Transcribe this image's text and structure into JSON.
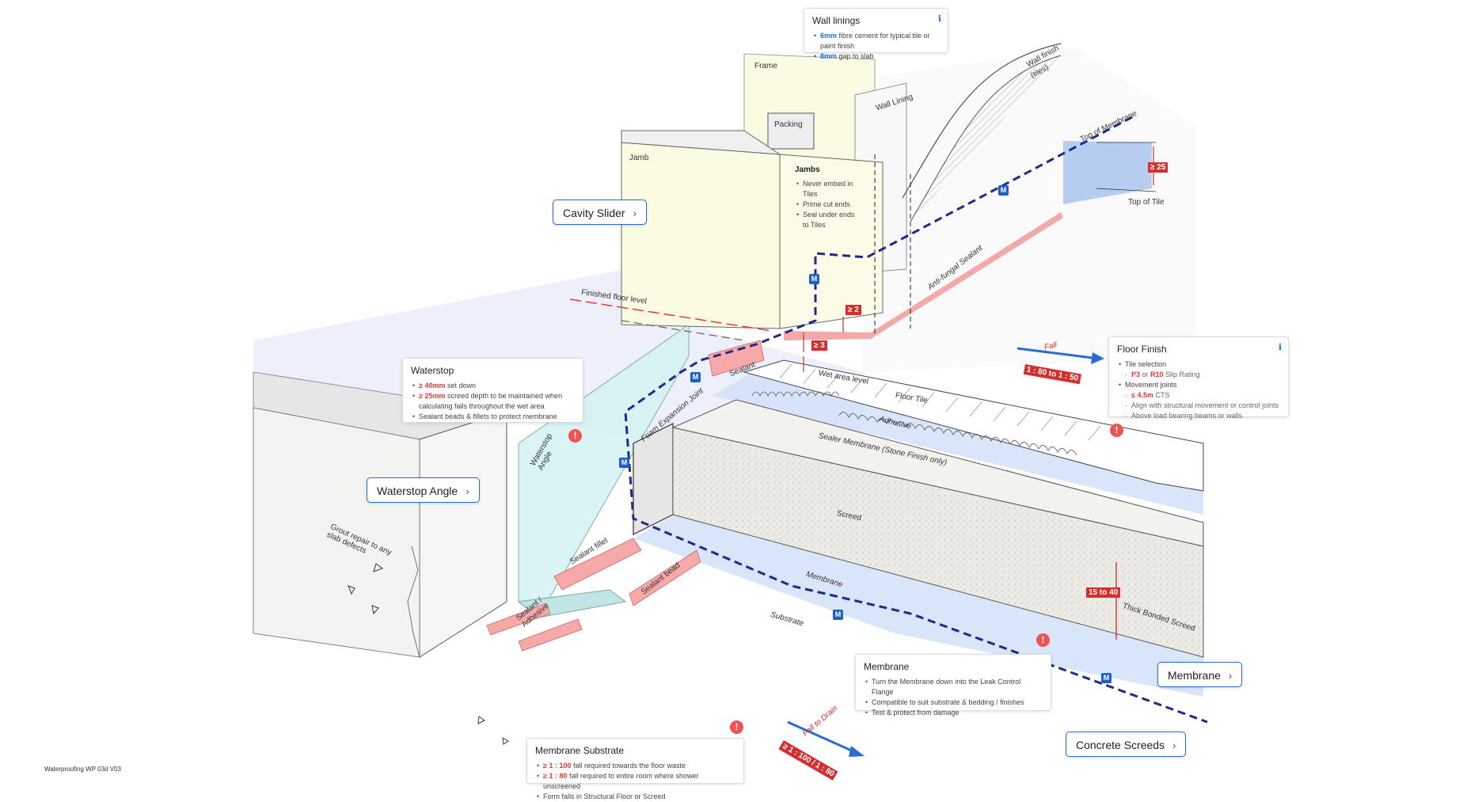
{
  "footer": "Waterproofing WP 03d V03",
  "colors": {
    "membrane_line": "#1f2a8a",
    "accent_blue": "#2b6cd4",
    "danger_red": "#d32f2f",
    "sealant_pink": "#f7a8a8",
    "water_blue": "#cfe0f7"
  },
  "diagram_labels": {
    "frame": "Frame",
    "packing": "Packing",
    "jamb": "Jamb",
    "wall_lining": "Wall Lining",
    "wall_finish": "Wall finish",
    "wall_finish_sub": "(tiles)",
    "top_of_membrane": "Top of Membrane",
    "top_of_tile": "Top of Tile",
    "finished_floor_level": "Finished floor level",
    "anti_fungal_sealant": "Anti-fungal Sealant",
    "sealant": "Sealant",
    "foam_expansion_joint": "Foam Expansion Joint",
    "wet_area_level": "Wet area level",
    "floor_tile": "Floor Tile",
    "adhesive": "Adhesive",
    "sealer_membrane": "Sealer Membrane (Stone Finish only)",
    "screed": "Screed",
    "thick_bonded_screed": "Thick Bonded Screed",
    "membrane": "Membrane",
    "substrate": "Substrate",
    "waterstop_angle": "Waterstop Angle",
    "grout_repair": "Grout repair to any slab defects",
    "sealant_fillet": "Sealant fillet",
    "sealant_bead": "Sealant bead",
    "sealant_adhesive": "Sealant / Adhesive",
    "fall": "Fall",
    "fall_to_drain": "Fall to Drain"
  },
  "tags": {
    "ge25": "≥ 25",
    "ge2": "≥ 2",
    "ge3": "≥ 3",
    "fall_ratio": "1 : 80 to 1 : 50",
    "drain_ratio": "≥ 1 : 100 / 1 : 80",
    "screed_range": "15 to 40",
    "m": "M"
  },
  "cards": {
    "wall_linings": {
      "title": "Wall linings",
      "items": [
        {
          "hl": "6mm",
          "text": " fibre cement for typical tile or paint finish"
        },
        {
          "hl": "8mm",
          "text": " gap to slab"
        }
      ]
    },
    "jambs": {
      "title": "Jambs",
      "items": [
        "Never embed in Tiles",
        "Prime cut ends",
        "Seal under ends to Tiles"
      ]
    },
    "waterstop": {
      "title": "Waterstop",
      "items": [
        {
          "hl": "≥ 40mm",
          "text": " set down"
        },
        {
          "hl": "≥ 25mm",
          "text": " screed depth to be maintained when calculating falls throughout the wet area"
        },
        {
          "hl": "",
          "text": "Sealant beads & fillets to protect membrane"
        }
      ]
    },
    "floor_finish": {
      "title": "Floor Finish",
      "l1": "Tile selection",
      "l1a_hl1": "P3",
      "l1a_mid": " or ",
      "l1a_hl2": "R10",
      "l1a_text": " Slip Rating",
      "l2": "Movement joints",
      "l2a_hl": "≤ 4.5m",
      "l2a_text": " CTS",
      "l2b": "Align with structural movement or control joints",
      "l2c": "Above load bearing beams or walls"
    },
    "membrane": {
      "title": "Membrane",
      "items": [
        "Turn the Membrane down into the Leak Control Flange",
        "Compatible to suit substrate & bedding / finishes",
        "Test & protect from damage"
      ]
    },
    "membrane_substrate": {
      "title": "Membrane Substrate",
      "items": [
        {
          "hl": "≥ 1 : 100",
          "text": " fall required towards the floor waste"
        },
        {
          "hl": "≥ 1 : 80",
          "text": " fall required to entire room where shower unscreened"
        },
        {
          "hl": "",
          "text": "Form falls in Structural Floor or Screed"
        }
      ]
    }
  },
  "buttons": {
    "cavity_slider": "Cavity Slider",
    "waterstop_angle": "Waterstop Angle",
    "membrane": "Membrane",
    "concrete_screeds": "Concrete Screeds",
    "chevron": "›"
  },
  "icons": {
    "warn": "!",
    "info": "ℹ"
  }
}
